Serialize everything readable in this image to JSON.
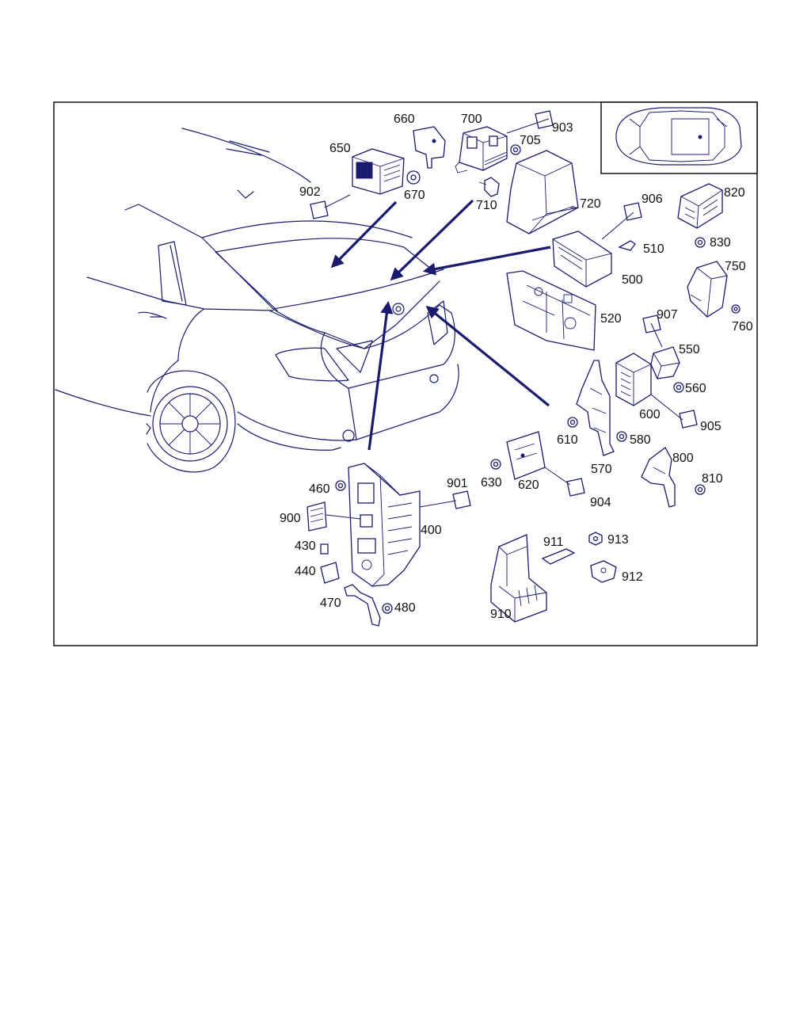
{
  "diagram": {
    "colors": {
      "line": "#1a1a6e",
      "label": "#111111",
      "background": "#ffffff"
    },
    "labels": {
      "l400": "400",
      "l430": "430",
      "l440": "440",
      "l460": "460",
      "l470": "470",
      "l480": "480",
      "l500": "500",
      "l510": "510",
      "l520": "520",
      "l550": "550",
      "l560": "560",
      "l570": "570",
      "l580": "580",
      "l600": "600",
      "l610": "610",
      "l620": "620",
      "l630": "630",
      "l650": "650",
      "l660": "660",
      "l670": "670",
      "l700": "700",
      "l705": "705",
      "l710": "710",
      "l720": "720",
      "l750": "750",
      "l760": "760",
      "l800": "800",
      "l810": "810",
      "l820": "820",
      "l830": "830",
      "l900": "900",
      "l901": "901",
      "l902": "902",
      "l903": "903",
      "l904": "904",
      "l905": "905",
      "l906": "906",
      "l907": "907",
      "l910": "910",
      "l911": "911",
      "l912": "912",
      "l913": "913"
    }
  }
}
